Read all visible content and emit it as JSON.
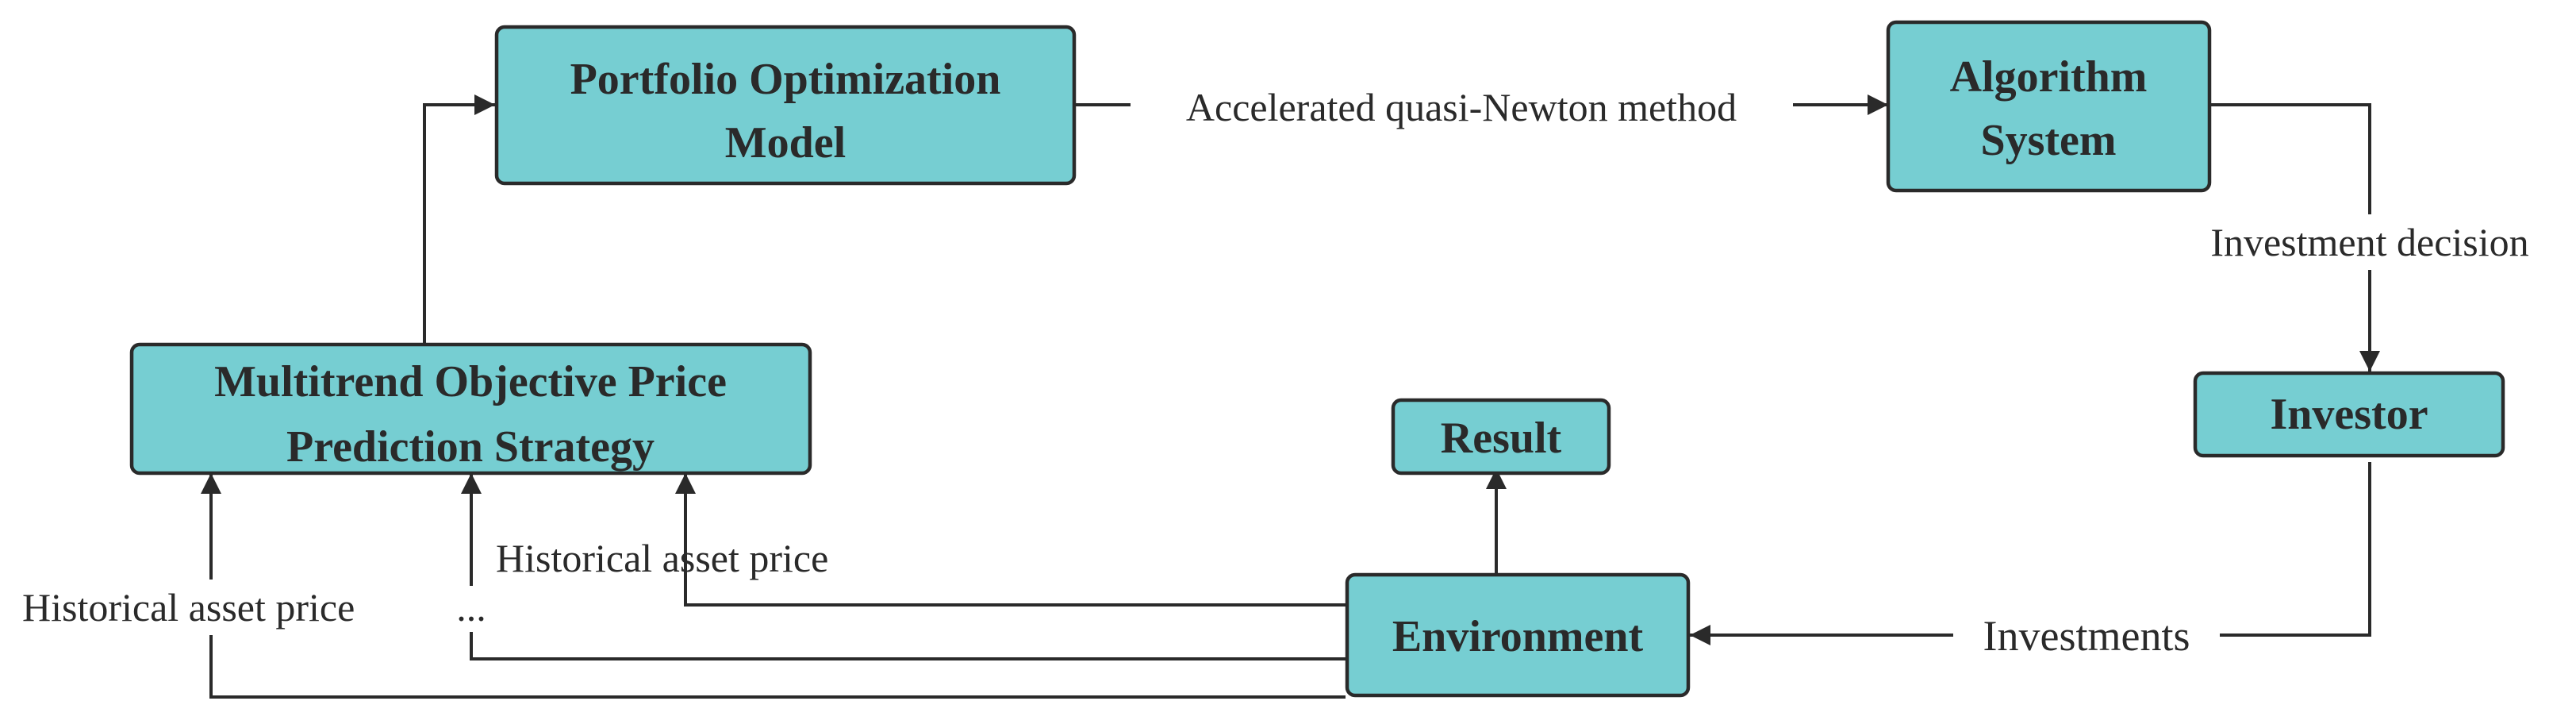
{
  "nodes": {
    "portfolio": {
      "line1": "Portfolio Optimization",
      "line2": "Model"
    },
    "algorithm": {
      "line1": "Algorithm",
      "line2": "System"
    },
    "investor": {
      "label": "Investor"
    },
    "multitrend": {
      "line1": "Multitrend Objective Price",
      "line2": "Prediction Strategy"
    },
    "result": {
      "label": "Result"
    },
    "environment": {
      "label": "Environment"
    }
  },
  "edges": {
    "portfolio_to_algorithm": "Accelerated quasi-Newton method",
    "algorithm_to_investor": "Investment decision",
    "investor_to_environment": "Investments",
    "env_to_strategy_right": "Historical asset price",
    "env_to_strategy_middle": "...",
    "env_to_strategy_left": "Historical asset price"
  },
  "colors": {
    "box_fill": "#76ced2",
    "stroke": "#2a2a2a"
  }
}
